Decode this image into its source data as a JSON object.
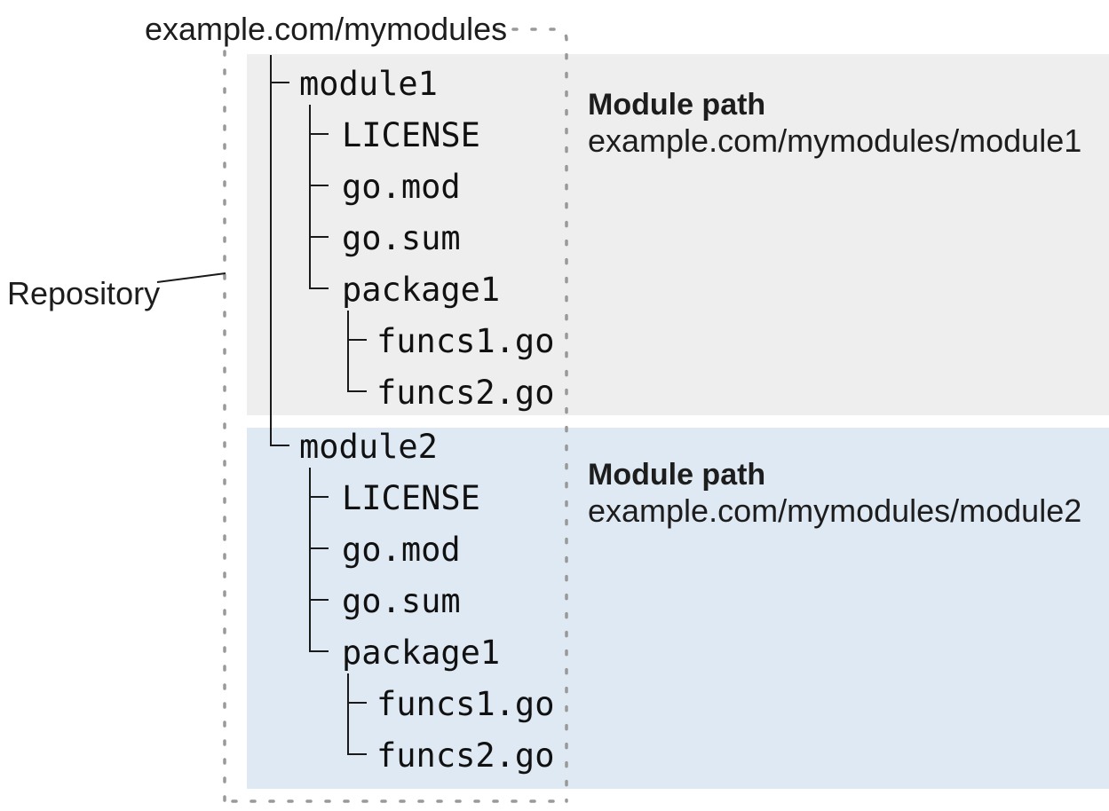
{
  "header": {
    "repo_url": "example.com/mymodules"
  },
  "repository_label": "Repository",
  "modules": [
    {
      "name": "module1",
      "files": [
        "LICENSE",
        "go.mod",
        "go.sum"
      ],
      "package": {
        "name": "package1",
        "files": [
          "funcs1.go",
          "funcs2.go"
        ]
      },
      "panel": {
        "heading": "Module path",
        "path": "example.com/mymodules/module1"
      }
    },
    {
      "name": "module2",
      "files": [
        "LICENSE",
        "go.mod",
        "go.sum"
      ],
      "package": {
        "name": "package1",
        "files": [
          "funcs1.go",
          "funcs2.go"
        ]
      },
      "panel": {
        "heading": "Module path",
        "path": "example.com/mymodules/module2"
      }
    }
  ],
  "colors": {
    "module1_panel_bg": "#eeeeee",
    "module2_panel_bg": "#dfe9f3",
    "dotted_border": "#999999",
    "tree_line": "#1a1a1a",
    "text": "#1d1d1d"
  }
}
